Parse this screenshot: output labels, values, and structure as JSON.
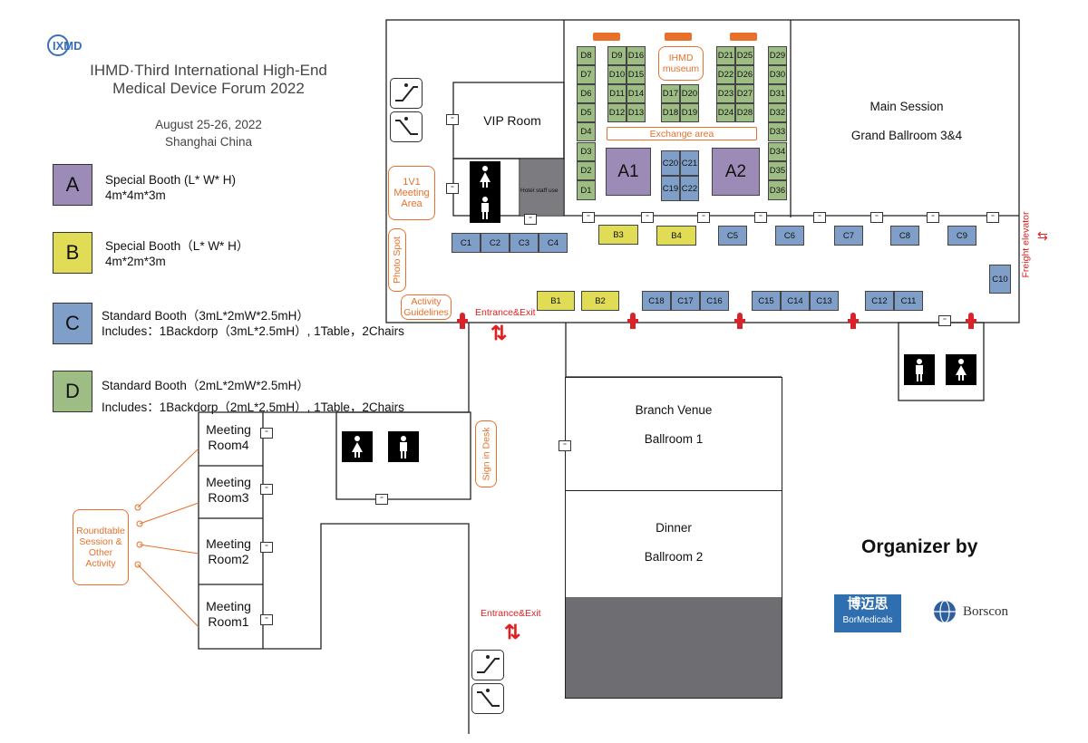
{
  "header": {
    "logo_text": "IXMD",
    "title_line1": "IHMD·Third International High-End",
    "title_line2": "Medical Device Forum 2022",
    "date": "August 25-26, 2022",
    "place": "Shanghai China"
  },
  "legend": [
    {
      "letter": "A",
      "color": "#9d8bb7",
      "line1": "Special Booth (L* W* H)",
      "line2": "4m*4m*3m"
    },
    {
      "letter": "B",
      "color": "#e0dc55",
      "line1": "Special Booth（L* W* H）",
      "line2": "4m*2m*3m"
    },
    {
      "letter": "C",
      "color": "#7f9fc9",
      "line1": "Standard Booth（3mL*2mW*2.5mH）",
      "line2": "Includes：1Backdorp（3mL*2.5mH）, 1Table，2Chairs"
    },
    {
      "letter": "D",
      "color": "#9ebd84",
      "line1": "Standard Booth（2mL*2mW*2.5mH）",
      "line2": "Includes：1Backdorp（2mL*2.5mH）, 1Table，2Chairs"
    }
  ],
  "rooms": {
    "vip": "VIP Room",
    "hotel_staff": "Hotel staff use",
    "main_session": "Main Session",
    "grand_ballroom": "Grand Ballroom 3&4",
    "branch_venue": "Branch Venue",
    "ballroom1": "Ballroom 1",
    "dinner": "Dinner",
    "ballroom2": "Ballroom 2",
    "meeting4_a": "Meeting",
    "meeting4_b": "Room4",
    "meeting3_a": "Meeting",
    "meeting3_b": "Room3",
    "meeting2_a": "Meeting",
    "meeting2_b": "Room2",
    "meeting1_a": "Meeting",
    "meeting1_b": "Room1"
  },
  "areas": {
    "meeting_1v1": "1V1 Meeting Area",
    "photo_spot": "Photo Spot",
    "activity": "Activity Guidelines",
    "ihmd_museum": "IHMD museum",
    "exchange": "Exchange area",
    "sign_in": "Sign in Desk",
    "roundtable": "Roundtable Session & Other Activity",
    "freight": "Freight elevator",
    "entrance1": "Entrance&Exit",
    "entrance2": "Entrance&Exit"
  },
  "booths": {
    "A1": "A1",
    "A2": "A2",
    "B1": "B1",
    "B2": "B2",
    "B3": "B3",
    "B4": "B4",
    "C1": "C1",
    "C2": "C2",
    "C3": "C3",
    "C4": "C4",
    "C5": "C5",
    "C6": "C6",
    "C7": "C7",
    "C8": "C8",
    "C9": "C9",
    "C10": "C10",
    "C11": "C11",
    "C12": "C12",
    "C13": "C13",
    "C14": "C14",
    "C15": "C15",
    "C16": "C16",
    "C17": "C17",
    "C18": "C18",
    "C19": "C19",
    "C20": "C20",
    "C21": "C21",
    "C22": "C22",
    "D1": "D1",
    "D2": "D2",
    "D3": "D3",
    "D4": "D4",
    "D5": "D5",
    "D6": "D6",
    "D7": "D7",
    "D8": "D8",
    "D9": "D9",
    "D10": "D10",
    "D11": "D11",
    "D12": "D12",
    "D13": "D13",
    "D14": "D14",
    "D15": "D15",
    "D16": "D16",
    "D17": "D17",
    "D18": "D18",
    "D19": "D19",
    "D20": "D20",
    "D21": "D21",
    "D22": "D22",
    "D23": "D23",
    "D24": "D24",
    "D25": "D25",
    "D26": "D26",
    "D27": "D27",
    "D28": "D28",
    "D29": "D29",
    "D30": "D30",
    "D31": "D31",
    "D32": "D32",
    "D33": "D33",
    "D34": "D34",
    "D35": "D35",
    "D36": "D36"
  },
  "organizer": {
    "label": "Organizer by",
    "org1_cn": "博迈思",
    "org1_en": "BorMedicals",
    "org2": "Borscon"
  }
}
